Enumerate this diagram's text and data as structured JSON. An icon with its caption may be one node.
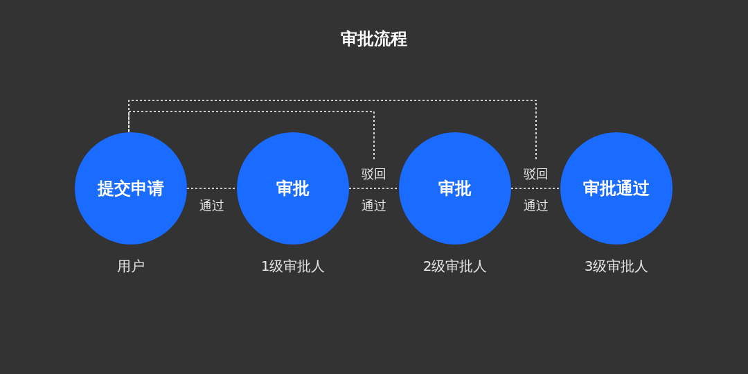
{
  "diagram": {
    "title": "审批流程",
    "nodes": [
      {
        "text": [
          "提交申请"
        ],
        "beside": [
          "用户"
        ]
      },
      {
        "text": [
          "审批"
        ],
        "beside": [
          "1级审批人"
        ]
      },
      {
        "text": [
          "审批"
        ],
        "beside": [
          "2级审批人"
        ]
      },
      {
        "text": [
          "审批通过"
        ],
        "beside": [
          "3级审批人"
        ]
      }
    ],
    "edges": [
      {
        "from": 0,
        "to": 1,
        "arrow": "none",
        "label": "通过",
        "style": "dashed"
      },
      {
        "from": 1,
        "to": 2,
        "arrow": "none",
        "label": "通过",
        "style": "dashed"
      },
      {
        "from": 2,
        "to": 3,
        "arrow": "none",
        "label": "通过",
        "style": "dashed"
      },
      {
        "from": 1,
        "to": 0,
        "arrow": "none",
        "label": "驳回",
        "style": "dashed"
      },
      {
        "from": 2,
        "to": 0,
        "arrow": "none",
        "label": "驳回",
        "style": "dashed"
      }
    ]
  }
}
